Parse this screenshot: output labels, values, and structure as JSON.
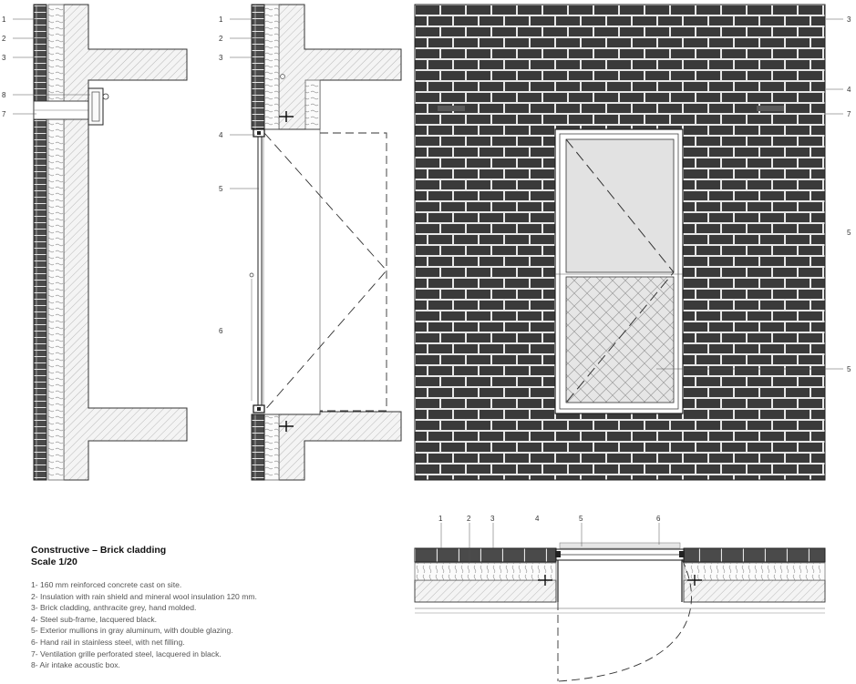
{
  "legend": {
    "title": "Constructive – Brick cladding",
    "scale": "Scale 1/20",
    "items": [
      "1- 160 mm reinforced concrete cast on site.",
      "2- Insulation with rain shield and mineral wool insulation 120 mm.",
      "3- Brick cladding, anthracite grey, hand molded.",
      "4- Steel sub-frame, lacquered black.",
      "5- Exterior mullions in gray aluminum, with double glazing.",
      "6- Hand rail in stainless steel, with net filling.",
      "7- Ventilation grille perforated steel, lacquered in black.",
      "8- Air intake acoustic box."
    ]
  },
  "section_a_callouts": [
    "1",
    "2",
    "3",
    "8",
    "7"
  ],
  "section_b_callouts": [
    "1",
    "2",
    "3",
    "4",
    "5",
    "6"
  ],
  "elevation_callouts": [
    "3",
    "4",
    "7",
    "5",
    "5"
  ],
  "plan_callouts": [
    "1",
    "2",
    "3",
    "4",
    "5",
    "6"
  ],
  "colors": {
    "brick": "#3a3a3a",
    "mortar": "#e6e6e6",
    "concrete_hatch": "#bdbdbd",
    "line": "#222222",
    "glass": "#e2e2e2",
    "net": "#d2d2d2"
  }
}
